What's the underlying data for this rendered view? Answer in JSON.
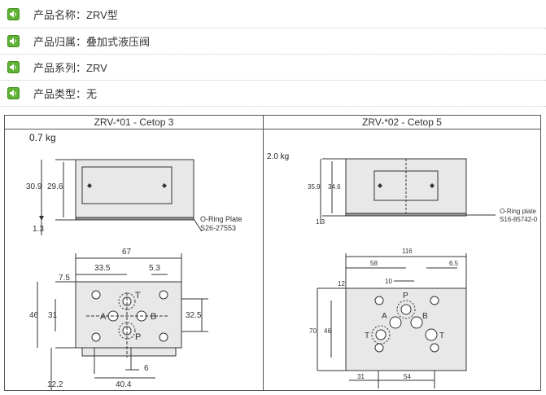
{
  "info": [
    {
      "icon": "speaker-icon",
      "text": "产品名称：ZRV型"
    },
    {
      "icon": "speaker-icon",
      "text": "产品归属：叠加式液压阀"
    },
    {
      "icon": "speaker-icon",
      "text": "产品系列：ZRV"
    },
    {
      "icon": "speaker-icon",
      "text": "产品类型：无"
    }
  ],
  "left": {
    "header": "ZRV-*01 - Cetop 3",
    "weight": "0.7 kg",
    "side_dims": {
      "h1": "30.9",
      "h2": "29.6",
      "base": "1.3"
    },
    "oring1": "O-Ring Plate",
    "oring2": "S26-27553",
    "top_dims": {
      "w": "67",
      "d1": "33.5",
      "d2": "5.3",
      "d3": "7.5"
    },
    "left_dims": {
      "h1": "46",
      "h2": "31"
    },
    "right_dim": "32.5",
    "bottom_dims": {
      "a": "12.2",
      "b": "40.4",
      "c": "6"
    },
    "ports": {
      "t": "T",
      "a": "A",
      "b": "B",
      "p": "P"
    }
  },
  "right": {
    "header": "ZRV-*02 - Cetop 5",
    "weight": "2.0 kg",
    "side_dims": {
      "h1": "35.9",
      "h2": "34.6",
      "base": "1.3"
    },
    "oring1": "O-Ring plate",
    "oring2": "S16-85742-0",
    "top_dims": {
      "w": "116",
      "d1": "58",
      "d2": "6.5",
      "d3": "10",
      "d4": "12"
    },
    "left_dims": {
      "h1": "70",
      "h2": "46"
    },
    "bottom_dims": {
      "a": "31",
      "b": "54"
    },
    "ports": {
      "p": "P",
      "a": "A",
      "b": "B",
      "t1": "T",
      "t2": "T"
    }
  }
}
